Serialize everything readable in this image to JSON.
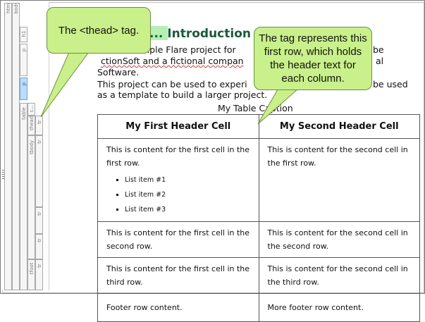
{
  "structure_bar": {
    "tags": [
      "html",
      "body",
      "h1",
      "p",
      "p",
      "table",
      "c...",
      "thead",
      "tr",
      "tbody",
      "tr",
      "tr",
      "tr",
      "tfoot",
      "tr"
    ]
  },
  "content": {
    "h1_text": "... Introduction",
    "para1_line1": "mple Flare project for",
    "para1_line1_tail": "be",
    "para1_line2": "ctionSoft and a fictional compan",
    "para1_line2_tail": "al",
    "para1_line3": "Software.",
    "para2_line1": "This project can be used to experi",
    "para2_line1_tail": "be used",
    "para2_line2": "as a template to build a larger project.",
    "caption": "My Table Caption",
    "table": {
      "headers": [
        "My First Header Cell",
        "My Second Header Cell"
      ],
      "row1": {
        "cell1": "This is content for the first cell in the first row.",
        "list": [
          "List item #1",
          "List item #2",
          "List item #3"
        ],
        "cell2": "This is content for the second cell in the first row."
      },
      "row2": {
        "cell1": "This is content for the first cell in the second row.",
        "cell2": "This is content for the second cell in the second row."
      },
      "row3": {
        "cell1": "This is content for the first cell in the third row.",
        "cell2": "This is content for the second cell in the third row."
      },
      "footer": [
        "Footer row content.",
        "More footer row content."
      ]
    }
  },
  "callouts": {
    "thead": "The <thead> tag.",
    "row": "The tag represents this first row, which holds the header text for each column."
  },
  "colors": {
    "callout_fill": "#c9f08a",
    "selected_tag": "#bcdcf7",
    "heading": "#1a5a3a",
    "heading_highlight": "#b3f0b3"
  }
}
